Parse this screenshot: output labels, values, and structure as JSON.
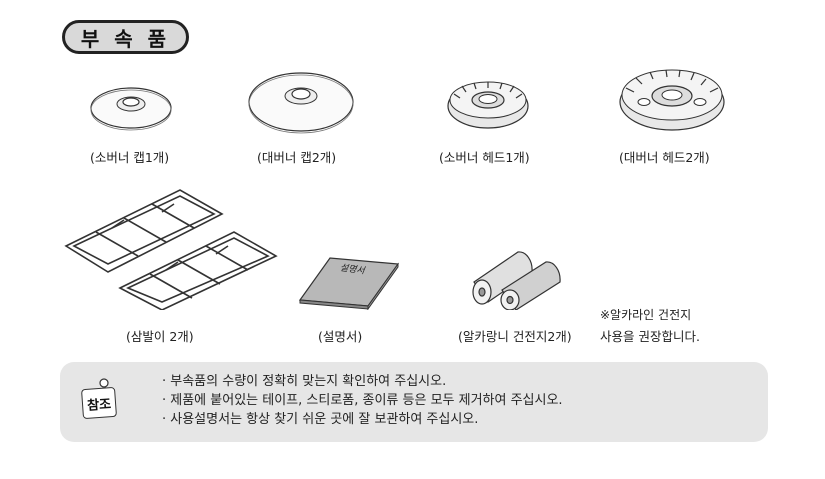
{
  "section_title": "부 속 품",
  "items": [
    {
      "caption": "(소버너 캡1개)",
      "icon": "small-burner-cap-icon"
    },
    {
      "caption": "(대버너 캡2개)",
      "icon": "large-burner-cap-icon"
    },
    {
      "caption": "(소버너 헤드1개)",
      "icon": "small-burner-head-icon"
    },
    {
      "caption": "(대버너 헤드2개)",
      "icon": "large-burner-head-icon"
    },
    {
      "caption": "(삼발이 2개)",
      "icon": "trivet-grate-icon"
    },
    {
      "caption": "(설명서)",
      "icon": "manual-booklet-icon"
    },
    {
      "caption": "(알카랑니 건전지2개)",
      "icon": "batteries-icon"
    }
  ],
  "manual_cover_text": "설명서",
  "battery_note_line1": "※알카라인 건전지",
  "battery_note_line2": "사용을 권장합니다.",
  "note": {
    "label": "참조",
    "lines": [
      "· 부속품의 수량이 정확히 맞는지 확인하여 주십시오.",
      "· 제품에 붙어있는 테이프, 스티로폼, 종이류 등은 모두 제거하여 주십시오.",
      "· 사용설명서는 항상 찾기 쉬운 곳에 잘 보관하여 주십시오."
    ]
  }
}
